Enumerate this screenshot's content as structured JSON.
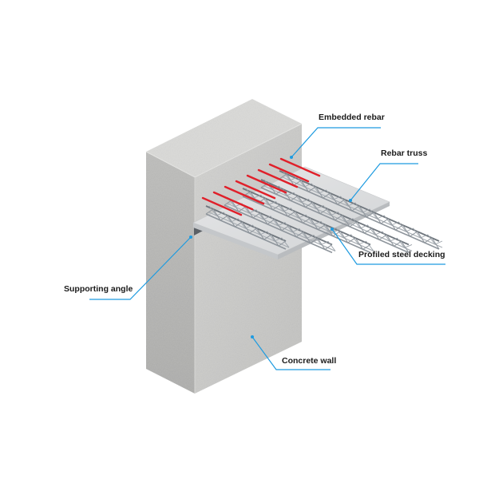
{
  "labels": {
    "embedded_rebar": "Embedded rebar",
    "rebar_truss": "Rebar truss",
    "profiled_steel_decking": "Profiled steel decking",
    "supporting_angle": "Supporting angle",
    "concrete_wall": "Concrete wall"
  },
  "colors": {
    "leader_line": "#1e9be0",
    "rebar_red": "#e0202a",
    "truss_steel": "#8e959c",
    "decking": "#dcdedf",
    "wall_front": "#c9c9c7",
    "wall_side": "#b3b3b1",
    "wall_top": "#d8d8d6"
  }
}
